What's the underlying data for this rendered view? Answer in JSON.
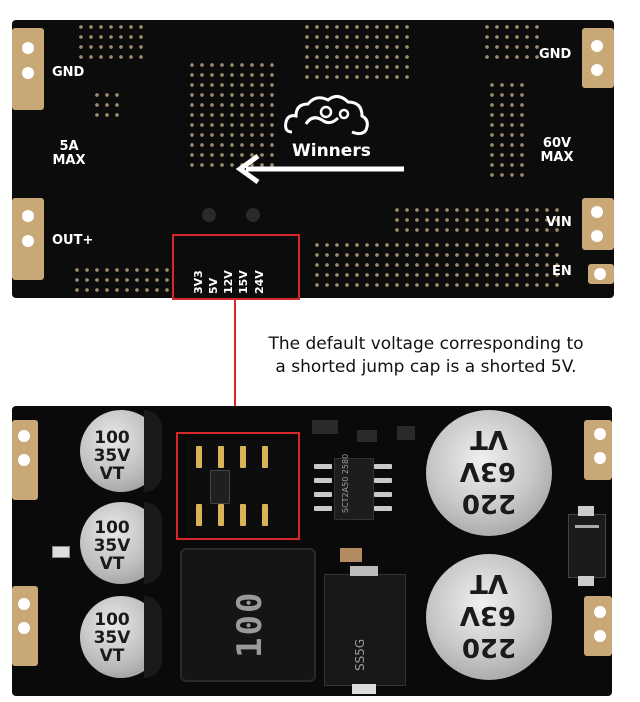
{
  "top_board": {
    "logo_text": "Winners",
    "labels": {
      "gnd_left": "GND",
      "current_rating": "5A\nMAX",
      "out_plus": "OUT+",
      "gnd_right": "GND",
      "voltage_rating": "60V\nMAX",
      "vin": "VIN",
      "en": "EN"
    },
    "jumper_voltages": [
      "3V3",
      "5V",
      "12V",
      "15V",
      "24V"
    ]
  },
  "annotation": {
    "line1": "The default voltage corresponding to",
    "line2": "a shorted jump cap is a shorted 5V."
  },
  "bottom_board": {
    "small_caps": [
      {
        "line1": "100",
        "line2": "35V",
        "line3": "VT"
      },
      {
        "line1": "100",
        "line2": "35V",
        "line3": "VT"
      },
      {
        "line1": "100",
        "line2": "35V",
        "line3": "VT"
      }
    ],
    "big_caps": [
      {
        "line1": "VT",
        "line2": "63V",
        "line3": "220"
      },
      {
        "line1": "VT",
        "line2": "63V",
        "line3": "220"
      }
    ],
    "ic_marking": "SCT2A50 2580",
    "inductor_marking": "100",
    "diode_marking": "SS5G",
    "accent_red": "#d62828",
    "pad_gold": "#c9a877"
  }
}
